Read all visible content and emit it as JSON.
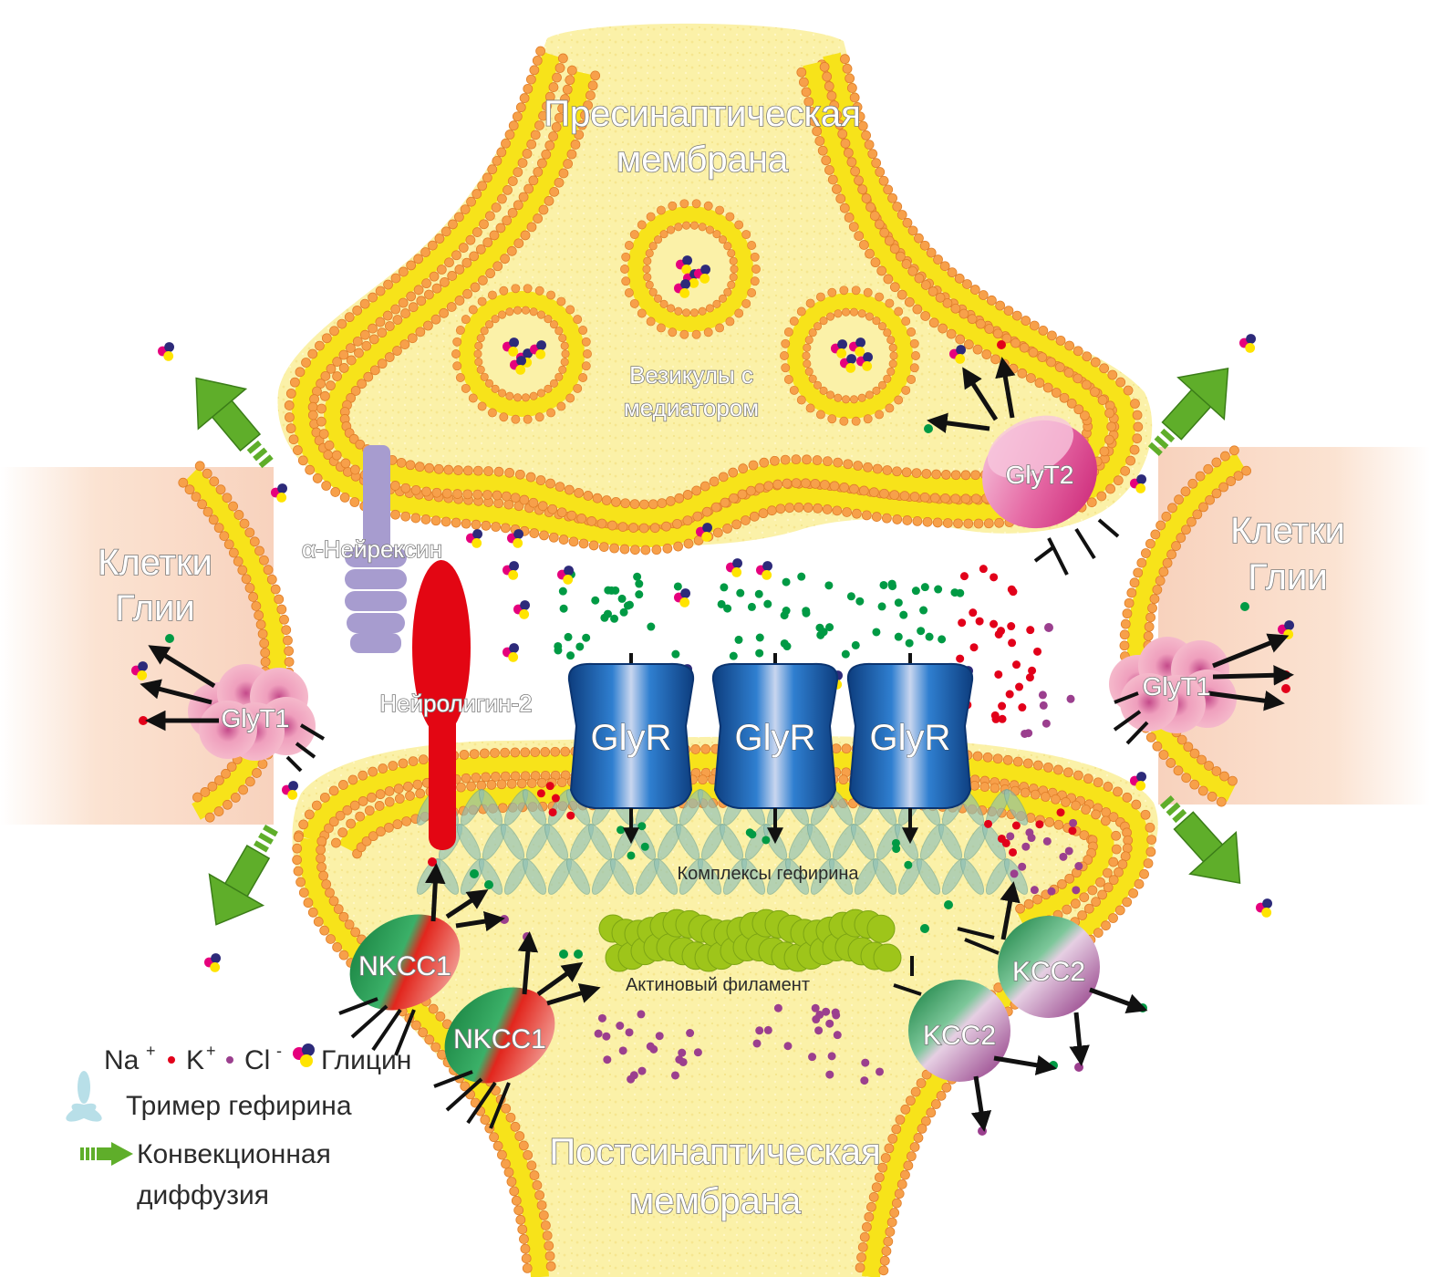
{
  "labels": {
    "presynaptic": [
      "Пресинаптическая",
      "мембрана"
    ],
    "postsynaptic": [
      "Постсинаптическая",
      "мембрана"
    ],
    "vesicles": [
      "Везикулы с",
      "медиатором"
    ],
    "glia_left": [
      "Клетки",
      "Глии"
    ],
    "glia_right": [
      "Клетки",
      "Глии"
    ],
    "neurexin": "α-Нейрексин",
    "neuroligin": "Нейролигин-2",
    "gephyrin_complexes": "Комплексы гефирина",
    "actin": "Актиновый филамент",
    "glyr": "GlyR",
    "glyt1": "GlyT1",
    "glyt2": "GlyT2",
    "nkcc1": "NKCC1",
    "kcc2": "KCC2"
  },
  "legend": {
    "na": "Na",
    "na_sup": "+",
    "k": "K",
    "k_sup": "+",
    "cl": "Cl",
    "cl_sup": "-",
    "glycine": "Глицин",
    "gephyrin_trimer": "Тример гефирина",
    "convection": [
      "Конвекционная",
      "диффузия"
    ]
  },
  "colors": {
    "cell_fill": "#fbf1a8",
    "membrane_head": "#f7a04a",
    "membrane_tail": "#f7e31a",
    "glia_fill": "#fde7da",
    "na_ion": "#e2001a",
    "k_ion": "#9b3f8e",
    "cl_ion": "#009a44",
    "glycine_a": "#e5007d",
    "glycine_b": "#2d2a7a",
    "glycine_c": "#ffe400",
    "glyr": "#1c5ea8",
    "glyt1": "#f3b8c8",
    "glyt2": "#e0458f",
    "nkcc1": "#1d8f4a",
    "kcc2": "#9c3e8c",
    "neurexin": "#a79ccf",
    "neuroligin": "#e30613",
    "actin": "#9ec51a",
    "gephyrin": "#8fc1b6",
    "convection_arrow": "#5fae2a"
  }
}
